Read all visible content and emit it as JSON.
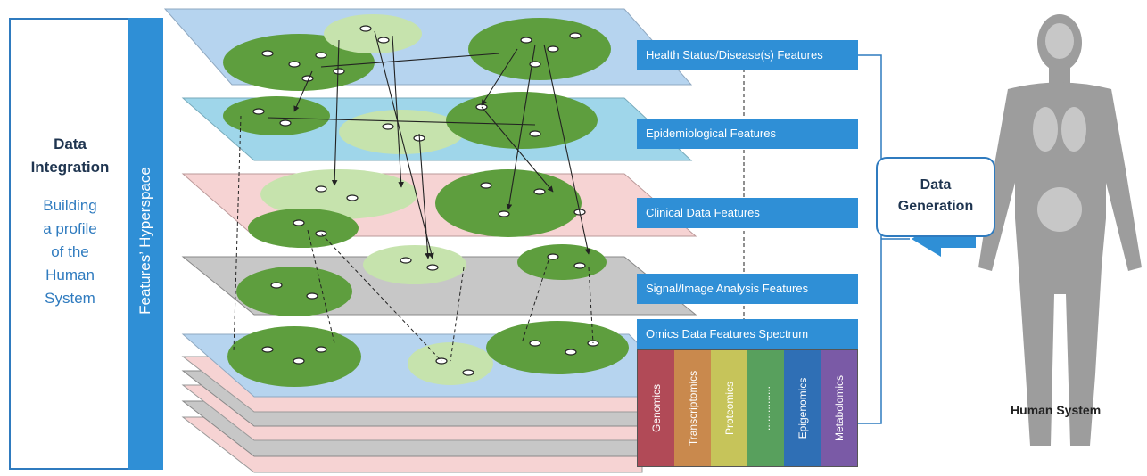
{
  "left_panel": {
    "title_line1": "Data",
    "title_line2": "Integration",
    "subtitle_lines": [
      "Building",
      "a profile",
      "of the",
      "Human",
      "System"
    ]
  },
  "hyperspace_label": "Features’ Hyperspace",
  "feature_layers": [
    "Health Status/Disease(s) Features",
    "Epidemiological Features",
    "Clinical Data Features",
    "Signal/Image Analysis Features",
    "Omics Data Features Spectrum"
  ],
  "omics": [
    "Genomics",
    "Transcriptomics",
    "Proteomics",
    "...............",
    "Epigenomics",
    "Metabolomics"
  ],
  "data_generation": {
    "line1": "Data",
    "line2": "Generation"
  },
  "human_label": "Human System",
  "colors": {
    "accent": "#2f8fd6",
    "layer_blue": "#b6d4ef",
    "layer_cyan": "#9fd6ea",
    "layer_pink": "#f6d3d3",
    "layer_gray": "#c7c7c7",
    "cluster_dark": "#5e9e3e",
    "cluster_light": "#c6e3ad",
    "omics": [
      "#b14a57",
      "#c9894d",
      "#c6c45a",
      "#58a05d",
      "#2f6fb5",
      "#7a5aa6"
    ]
  }
}
